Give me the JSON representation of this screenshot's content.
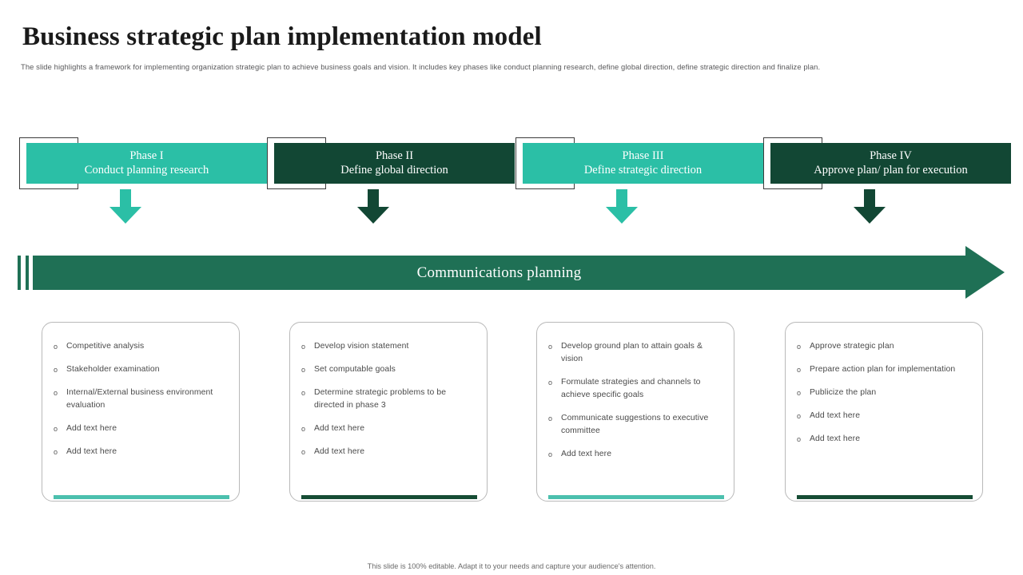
{
  "header": {
    "title": "Business strategic plan implementation model",
    "subtitle": "The slide highlights a framework for implementing organization strategic plan to achieve business goals and vision. It includes key phases like conduct planning research, define global direction, define strategic direction and finalize plan."
  },
  "colors": {
    "teal": "#2bbfa6",
    "dark_green": "#124734",
    "banner_green": "#1f7055",
    "card_border": "#b9b9b9",
    "accent_teal": "#4cc0ae",
    "accent_green": "#164d35"
  },
  "phases": [
    {
      "name": "Phase I",
      "desc": "Conduct planning research",
      "theme": "teal"
    },
    {
      "name": "Phase II",
      "desc": "Define global direction",
      "theme": "green"
    },
    {
      "name": "Phase III",
      "desc": "Define strategic direction",
      "theme": "teal"
    },
    {
      "name": "Phase IV",
      "desc": "Approve plan/ plan for execution",
      "theme": "green"
    }
  ],
  "banner": {
    "label": "Communications planning",
    "icon": "right-arrow-icon"
  },
  "cards": [
    {
      "accent": "teal",
      "bullet": "o",
      "items": [
        "Competitive analysis",
        "Stakeholder examination",
        "Internal/External business environment evaluation",
        "Add text here",
        "Add text here"
      ]
    },
    {
      "accent": "green",
      "bullet": "o",
      "items": [
        "Develop vision statement",
        "Set computable goals",
        "Determine strategic problems to be directed in phase 3",
        "Add text here",
        "Add text here"
      ]
    },
    {
      "accent": "teal",
      "bullet": "o",
      "items": [
        "Develop ground plan to attain goals & vision",
        "Formulate strategies and channels to achieve specific goals",
        "Communicate suggestions to executive committee",
        "Add text here"
      ]
    },
    {
      "accent": "green",
      "bullet": "o",
      "items": [
        "Approve strategic plan",
        "Prepare action plan for implementation",
        "Publicize the plan",
        "Add text here",
        "Add text here"
      ]
    }
  ],
  "footer": {
    "note": "This slide is 100% editable. Adapt it to your needs and capture your audience's attention."
  }
}
